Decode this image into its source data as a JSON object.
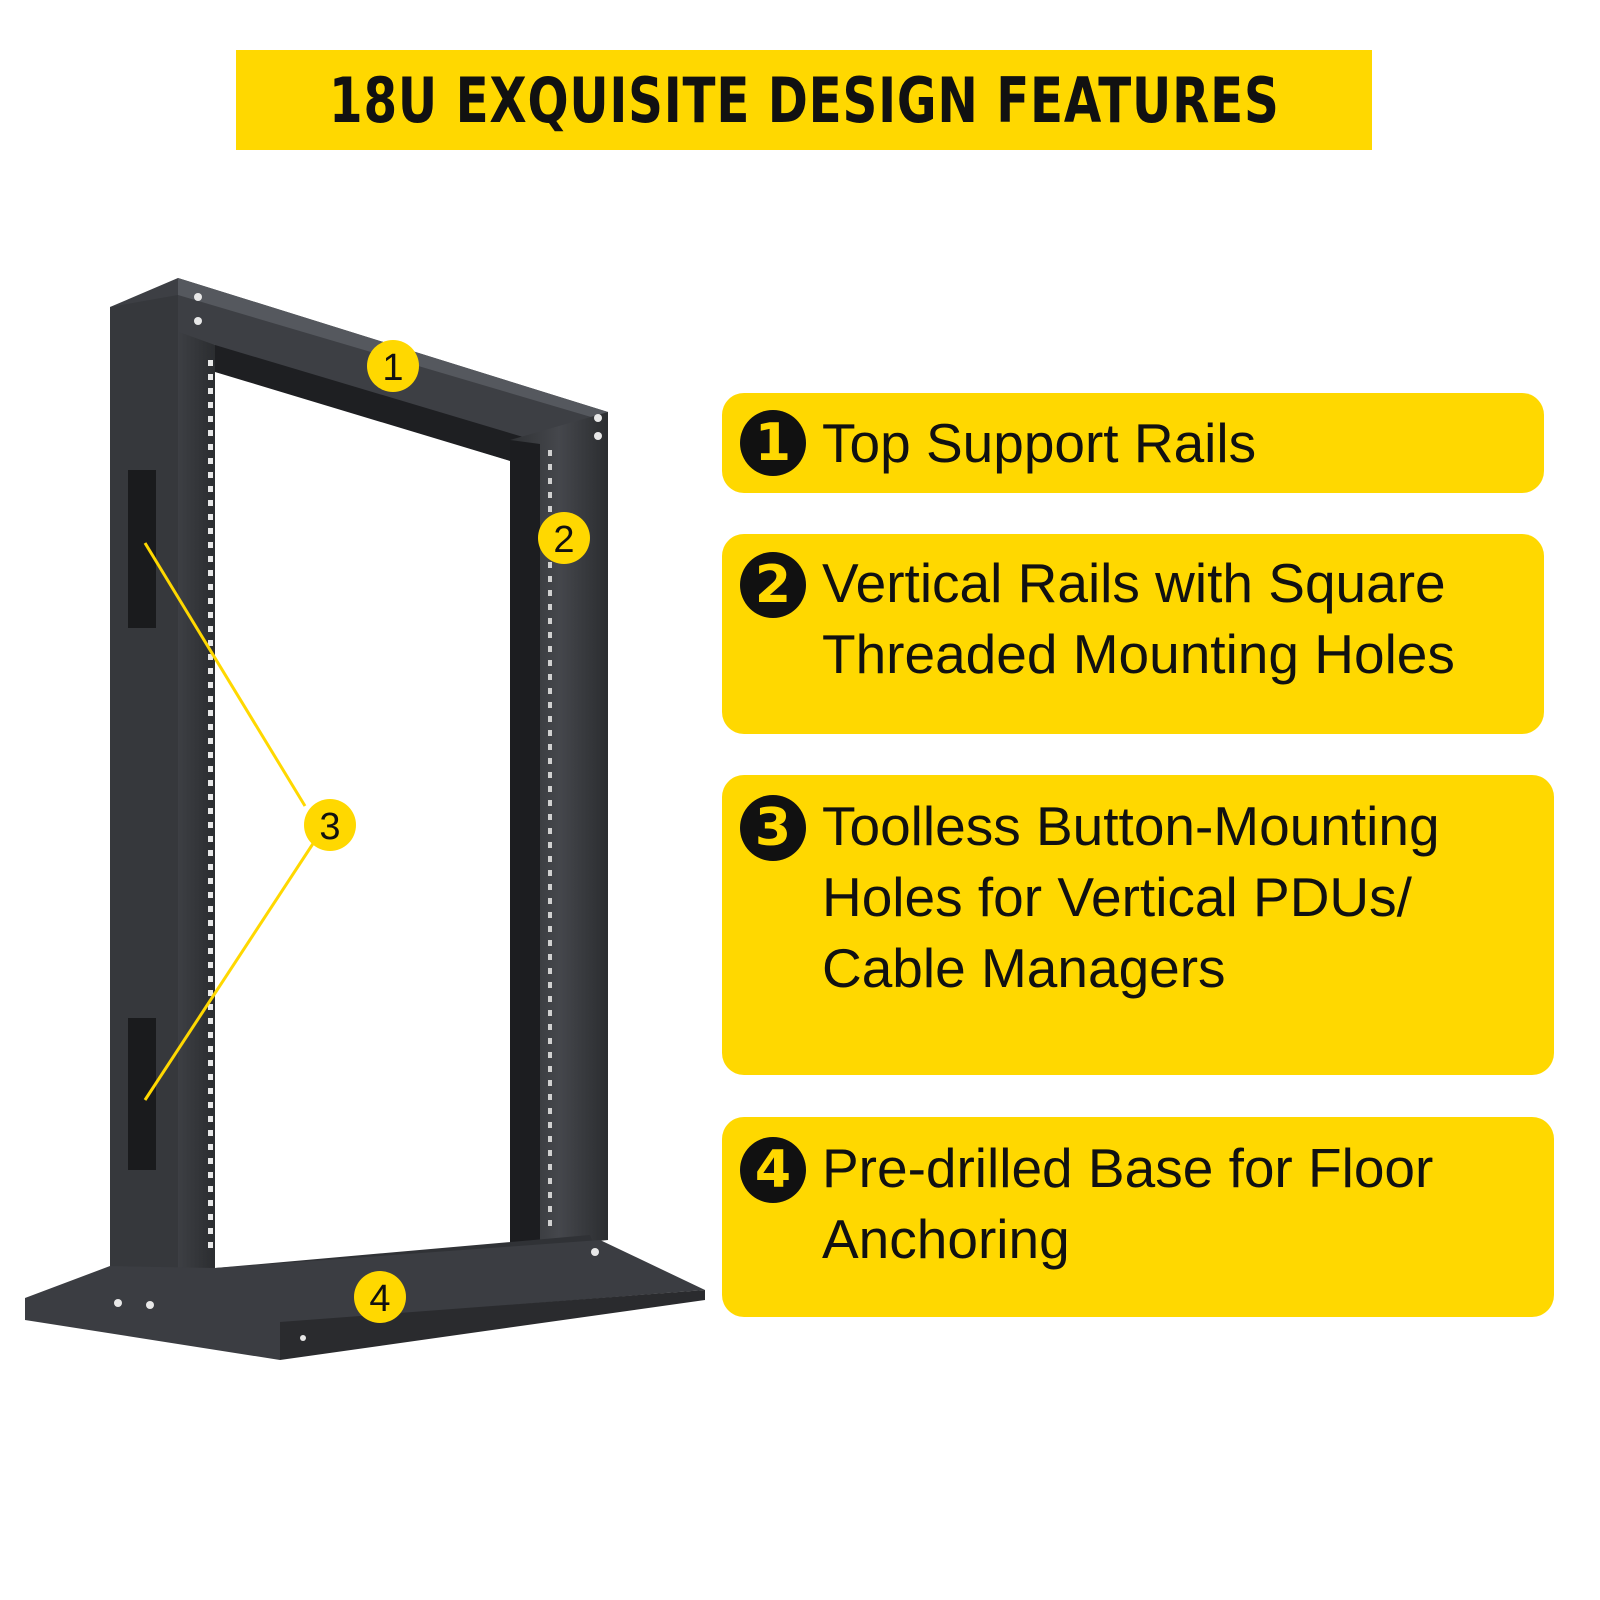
{
  "title": "18U EXQUISITE DESIGN FEATURES",
  "colors": {
    "accent": "#FFD800",
    "text": "#111111",
    "rack": "#3a3c40"
  },
  "callouts": [
    "1",
    "2",
    "3",
    "4"
  ],
  "features": [
    {
      "number": "1",
      "lines": [
        "Top Support Rails"
      ]
    },
    {
      "number": "2",
      "lines": [
        "Vertical Rails with Square",
        "Threaded Mounting Holes"
      ]
    },
    {
      "number": "3",
      "lines": [
        "Toolless Button-Mounting",
        "Holes for Vertical PDUs/",
        "Cable Managers"
      ]
    },
    {
      "number": "4",
      "lines": [
        "Pre-drilled Base for Floor",
        "Anchoring"
      ]
    }
  ]
}
